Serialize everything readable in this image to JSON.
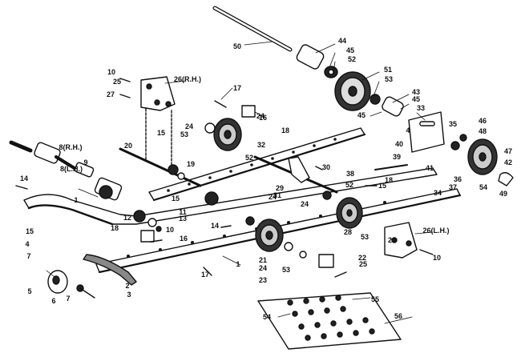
{
  "diagram": {
    "type": "exploded-parts-view",
    "subject": "snowmobile rear suspension (slide rail assembly)",
    "callouts": [
      "1",
      "1",
      "2",
      "3",
      "4",
      "4",
      "5",
      "6",
      "7",
      "7",
      "8(R.H.)",
      "8(L.H.)",
      "9",
      "10",
      "10",
      "10",
      "11",
      "12",
      "13",
      "14",
      "14",
      "15",
      "15",
      "15",
      "15",
      "16",
      "16",
      "17",
      "17",
      "18",
      "18",
      "18",
      "19",
      "20",
      "21",
      "22",
      "23",
      "24",
      "24",
      "24",
      "24",
      "24",
      "24",
      "25",
      "25",
      "26(R.H.)",
      "26(L.H.)",
      "27",
      "28",
      "29",
      "30",
      "31",
      "32",
      "33",
      "34",
      "35",
      "36",
      "37",
      "38",
      "39",
      "40",
      "41",
      "42",
      "43",
      "44",
      "45",
      "45",
      "45",
      "46",
      "47",
      "48",
      "49",
      "50",
      "51",
      "52",
      "52",
      "52",
      "53",
      "53",
      "53",
      "53",
      "54",
      "54",
      "55",
      "56"
    ]
  }
}
